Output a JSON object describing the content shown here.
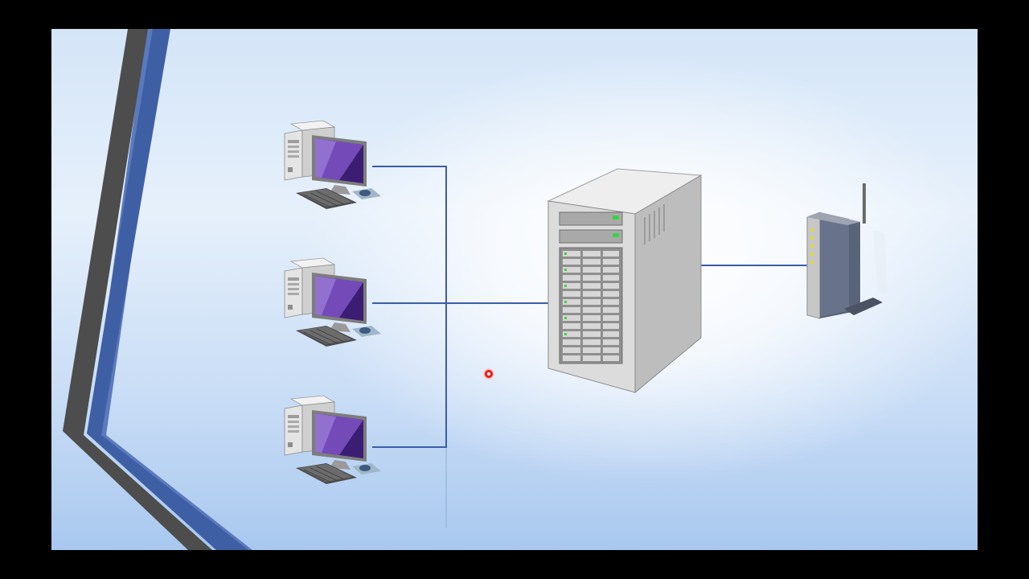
{
  "slide": {
    "background_top": "#d4e5f8",
    "background_bottom": "#a9c8ef",
    "accent_blue": "#3f5fa5",
    "accent_gray": "#4e4e4e",
    "line_color": "#3b5da4"
  },
  "diagram": {
    "nodes": [
      {
        "id": "workstation-1",
        "icon": "desktop-computer-icon"
      },
      {
        "id": "workstation-2",
        "icon": "desktop-computer-icon"
      },
      {
        "id": "workstation-3",
        "icon": "desktop-computer-icon"
      },
      {
        "id": "server",
        "icon": "server-tower-icon"
      },
      {
        "id": "router",
        "icon": "wireless-router-icon"
      }
    ],
    "edges": [
      {
        "from": "workstation-1",
        "to": "server"
      },
      {
        "from": "workstation-2",
        "to": "server"
      },
      {
        "from": "workstation-3",
        "to": "server"
      },
      {
        "from": "server",
        "to": "router"
      }
    ]
  },
  "overlay": {
    "laser_pointer_color": "#ee1b1b"
  }
}
